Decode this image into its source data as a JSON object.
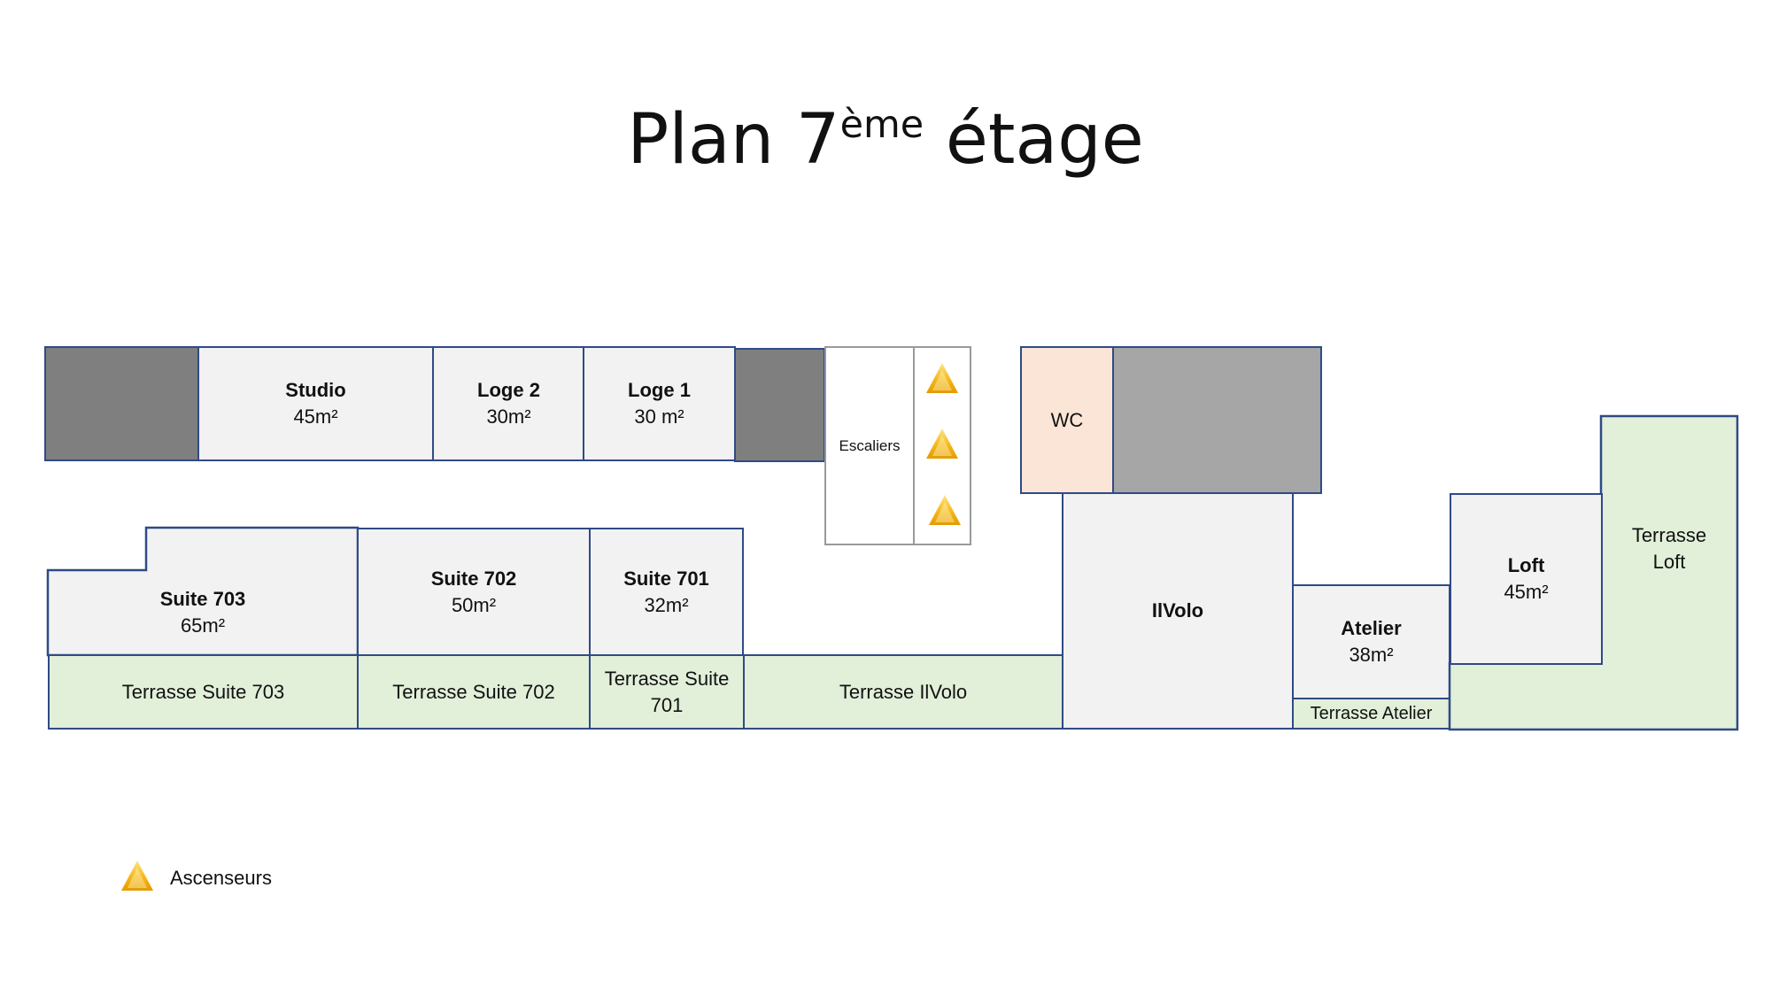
{
  "title": {
    "main": "Plan 7",
    "sup": "ème",
    "rest": " étage"
  },
  "rooms": {
    "studio": {
      "name": "Studio",
      "area": "45m²"
    },
    "loge2": {
      "name": "Loge 2",
      "area": "30m²"
    },
    "loge1": {
      "name": "Loge 1",
      "area": "30 m²"
    },
    "escaliers": {
      "name": "Escaliers"
    },
    "wc": {
      "name": "WC"
    },
    "suite703": {
      "name": "Suite 703",
      "area": "65m²"
    },
    "suite702": {
      "name": "Suite 702",
      "area": "50m²"
    },
    "suite701": {
      "name": "Suite 701",
      "area": "32m²"
    },
    "ilvolo": {
      "name": "IlVolo"
    },
    "atelier": {
      "name": "Atelier",
      "area": "38m²"
    },
    "loft": {
      "name": "Loft",
      "area": "45m²"
    }
  },
  "terraces": {
    "suite703": "Terrasse Suite 703",
    "suite702": "Terrasse Suite 702",
    "suite701_line1": "Terrasse Suite",
    "suite701_line2": "701",
    "ilvolo": "Terrasse IlVolo",
    "atelier": "Terrasse Atelier",
    "loft_line1": "Terrasse",
    "loft_line2": "Loft"
  },
  "legend": {
    "elevator_label": "Ascenseurs",
    "elevator_icon": "elevator-triangle-icon"
  },
  "colors": {
    "border": "#2f4a86",
    "room": "#f2f2f2",
    "terrace": "#e2efd9",
    "service_dark": "#7f7f7f",
    "service_mid": "#a6a6a6",
    "wc": "#fbe5d6",
    "elevator": "#f2b418"
  }
}
